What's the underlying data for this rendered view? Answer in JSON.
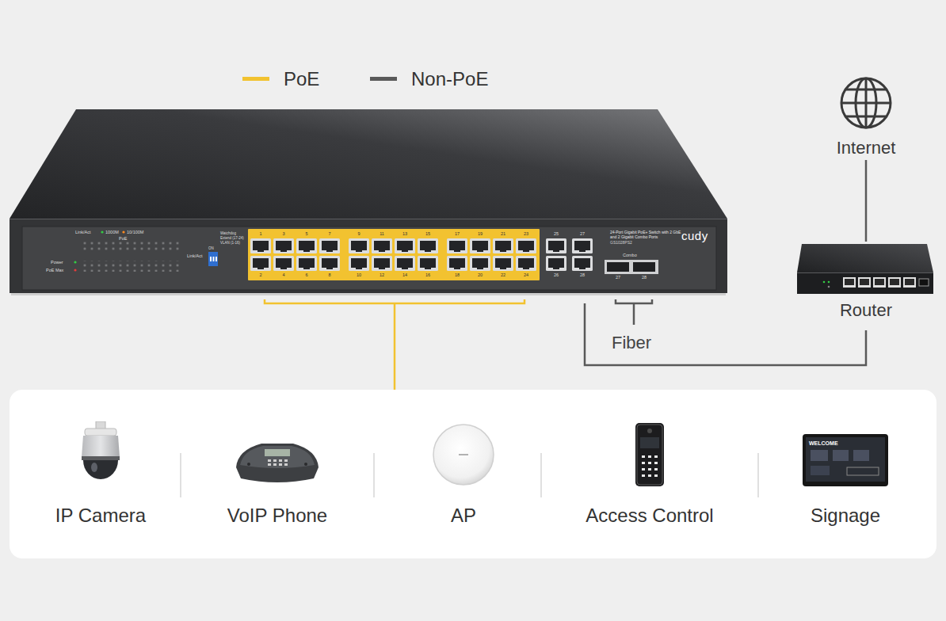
{
  "diagram": {
    "nodes": [
      {
        "text": [
          "24-Port Gigabit PoE+ Switch with 2 GbE and 2 Gigabit Combo Ports",
          "GS1028PS2",
          "cudy"
        ]
      },
      {
        "text": [
          "Internet"
        ]
      },
      {
        "text": [
          "Router"
        ]
      },
      {
        "text": []
      },
      {
        "text": [
          "IP Camera"
        ],
        "in": 3
      },
      {
        "text": [
          "VoIP Phone"
        ],
        "in": 3
      },
      {
        "text": [
          "AP"
        ],
        "in": 3
      },
      {
        "text": [
          "Access Control"
        ],
        "in": 3
      },
      {
        "text": [
          "Signage"
        ],
        "in": 3
      }
    ],
    "edges": [
      {
        "from": 1,
        "to": 2,
        "arrow": "none"
      },
      {
        "from": 0,
        "to": 2,
        "arrow": "none"
      },
      {
        "from": 0,
        "to": 3,
        "arrow": "none"
      }
    ],
    "labels": [
      "Fiber",
      "Link/Act",
      "1000M",
      "10/100M",
      "PoE",
      "Power",
      "PoE Max",
      "Link/Act",
      "Watchdog",
      "Extend (17-24)",
      "VLAN (1-16)",
      "ON",
      "Combo",
      "WELCOME",
      "1",
      "2",
      "3",
      "4",
      "5",
      "6",
      "7",
      "8",
      "9",
      "10",
      "11",
      "12",
      "13",
      "14",
      "15",
      "16",
      "17",
      "18",
      "19",
      "20",
      "21",
      "22",
      "23",
      "24",
      "25",
      "26",
      "27",
      "28",
      "27",
      "28"
    ],
    "legend": [
      {
        "text": "PoE",
        "color": "#f2c230"
      },
      {
        "text": "Non-PoE",
        "color": "#595959"
      }
    ]
  }
}
